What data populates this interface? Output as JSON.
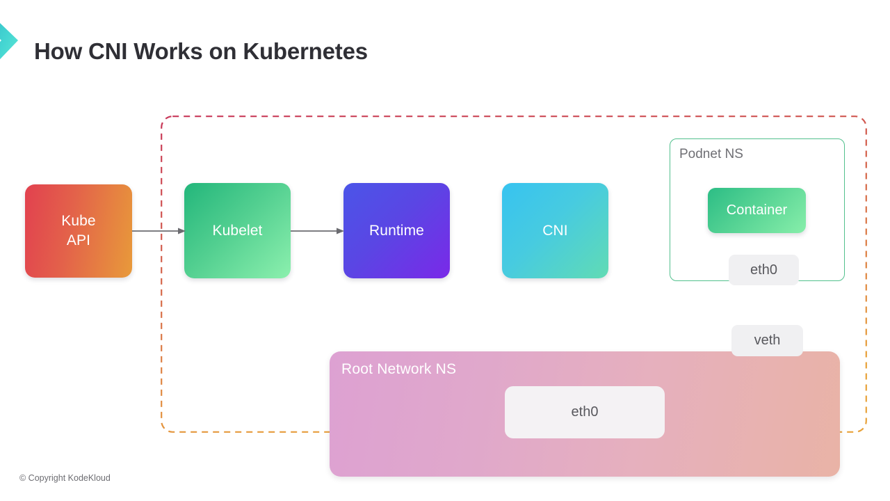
{
  "slide": {
    "title": "How CNI Works on Kubernetes",
    "footer": "© Copyright KodeKloud",
    "logo_icon": "kodekloud-chevron-icon",
    "background_color": "#ffffff"
  },
  "diagram": {
    "node_boundary": {
      "name": "node-boundary",
      "style": "dashed",
      "gradient_start_color": "#c8385a",
      "gradient_end_color": "#e8a23a"
    },
    "flow_boxes": [
      {
        "id": "kube-api",
        "label": "Kube\nAPI",
        "label_line1": "Kube",
        "label_line2": "API",
        "gradient_start_color": "#e2414f",
        "gradient_end_color": "#e89a3a"
      },
      {
        "id": "kubelet",
        "label": "Kubelet",
        "gradient_start_color": "#23b67b",
        "gradient_end_color": "#8cf0ae"
      },
      {
        "id": "runtime",
        "label": "Runtime",
        "gradient_start_color": "#4b55e8",
        "gradient_end_color": "#7a29e8"
      },
      {
        "id": "cni",
        "label": "CNI",
        "gradient_start_color": "#37c3f0",
        "gradient_end_color": "#61dbb4"
      }
    ],
    "arrows": [
      {
        "id": "api-to-kubelet",
        "from": "kube-api",
        "to": "kubelet",
        "color": "#6b6b70"
      },
      {
        "id": "kubelet-to-runtime",
        "from": "kubelet",
        "to": "runtime",
        "color": "#6b6b70"
      }
    ],
    "podnet_ns": {
      "label": "Podnet NS",
      "border_color": "#52c08d",
      "container": {
        "label": "Container",
        "gradient_start_color": "#2cbd85",
        "gradient_end_color": "#87eeaa"
      },
      "interface": {
        "label": "eth0"
      }
    },
    "veth": {
      "label": "veth"
    },
    "root_network_ns": {
      "label": "Root Network NS",
      "gradient_start_color": "#dda1d2",
      "gradient_end_color": "#e9b3a6",
      "interface": {
        "label": "eth0"
      }
    }
  }
}
